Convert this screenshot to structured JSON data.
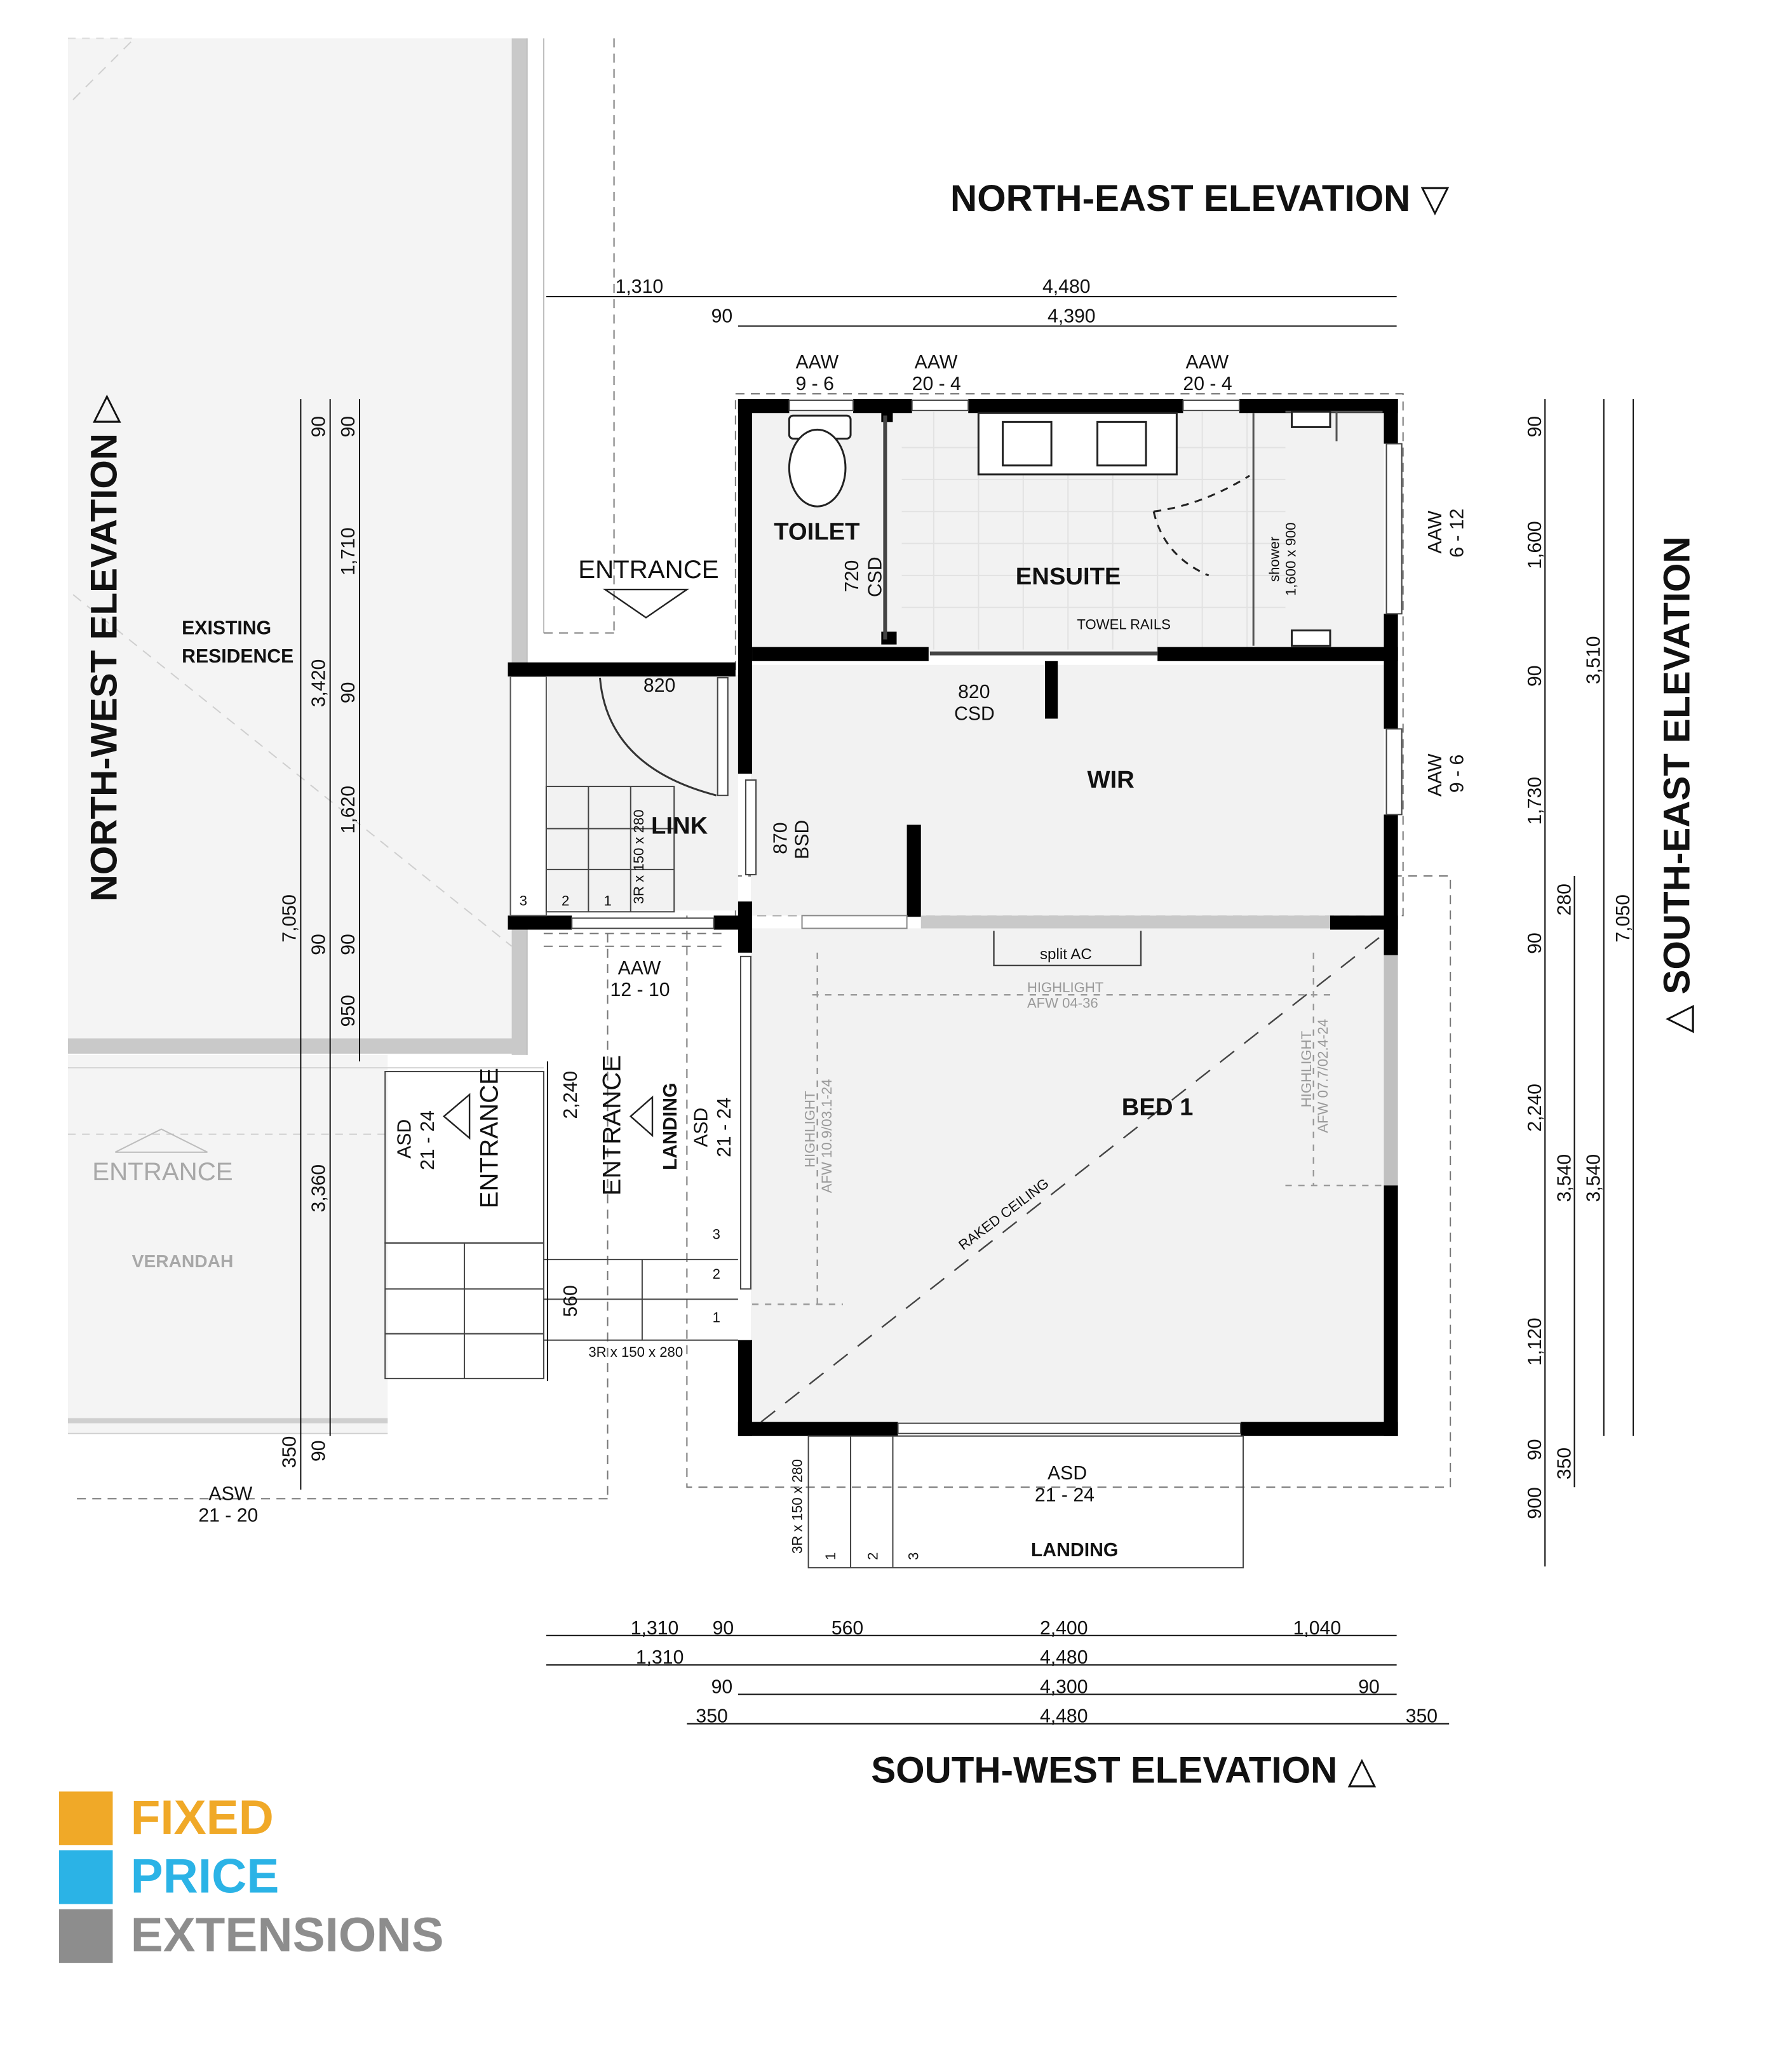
{
  "elevations": {
    "north_east": "NORTH-EAST ELEVATION ▽",
    "south_west": "SOUTH-WEST ELEVATION △",
    "north_west": "NORTH-WEST ELEVATION ▷",
    "south_east": "△ SOUTH-EAST ELEVATION"
  },
  "rooms": {
    "toilet": "TOILET",
    "ensuite": "ENSUITE",
    "wir": "WIR",
    "link": "LINK",
    "bed1": "BED 1",
    "existing_1": "EXISTING",
    "existing_2": "RESIDENCE",
    "verandah": "VERANDAH",
    "landing_bottom": "LANDING",
    "landing_side": "LANDING"
  },
  "labels": {
    "entrance_top": "ENTRANCE",
    "entrance_grey": "ENTRANCE",
    "entrance_v1": "ENTRANCE",
    "entrance_v2": "ENTRANCE",
    "towel_rails": "TOWEL RAILS",
    "shower_1": "shower",
    "shower_2": "1,600 x 900",
    "split_ac": "split AC",
    "highlight_top_1": "HIGHLIGHT",
    "highlight_top_2": "AFW 04-36",
    "highlight_left_1": "HIGHLIGHT",
    "highlight_left_2": "AFW 10.9/03.1-24",
    "highlight_right_1": "HIGHLIGHT",
    "highlight_right_2": "AFW 07.7/02.4-24",
    "raked_ceiling": "RAKED CEILING",
    "stair_link": "3R x 150 x 280",
    "stair_mid": "3R x 150 x 280",
    "stair_bottom": "3R x 150 x 280",
    "step_1": "1",
    "step_2": "2",
    "step_3": "3"
  },
  "windows": {
    "aaw_96_top_1": "AAW",
    "aaw_96_top_2": "9 - 6",
    "aaw_204a_1": "AAW",
    "aaw_204a_2": "20 - 4",
    "aaw_204b_1": "AAW",
    "aaw_204b_2": "20 - 4",
    "aaw_612_1": "AAW",
    "aaw_612_2": "6 - 12",
    "aaw_96_side_1": "AAW",
    "aaw_96_side_2": "9 - 6",
    "aaw_1210_1": "AAW",
    "aaw_1210_2": "12 - 10",
    "asw_1": "ASW",
    "asw_2": "21 - 20",
    "asd_bottom_1": "ASD",
    "asd_bottom_2": "21 - 24",
    "asd_side_1": "ASD",
    "asd_side_2": "21 - 24",
    "asd_left_1": "ASD",
    "asd_left_2": "21 - 24"
  },
  "doors": {
    "csd_720_1": "720",
    "csd_720_2": "CSD",
    "csd_820_1": "820",
    "csd_820_2": "CSD",
    "link_820": "820",
    "bsd_870_1": "870",
    "bsd_870_2": "BSD"
  },
  "dimensions": {
    "top_a": "1,310",
    "top_b": "4,480",
    "top_c": "90",
    "top_d": "4,390",
    "bot1": [
      "1,310",
      "90",
      "560",
      "2,400",
      "1,040"
    ],
    "bot2": [
      "1,310",
      "4,480"
    ],
    "bot3": [
      "90",
      "4,300",
      "90"
    ],
    "bot4": [
      "350",
      "4,480",
      "350"
    ],
    "left_a": [
      "90",
      "1,710",
      "90",
      "1,620",
      "90",
      "950",
      "90"
    ],
    "left_b": [
      "90",
      "3,420",
      "3,360",
      "90"
    ],
    "left_c": [
      "7,050",
      "350"
    ],
    "mid_left": [
      "2,240",
      "560"
    ],
    "right_a": [
      "90",
      "1,600",
      "90",
      "1,730",
      "90",
      "2,240",
      "1,120",
      "90",
      "900"
    ],
    "right_b": [
      "280",
      "3,540",
      "350"
    ],
    "right_c": [
      "3,510",
      "3,540"
    ],
    "right_d": "7,050"
  },
  "logo": {
    "line1": "FIXED",
    "line2": "PRICE",
    "line3": "EXTENSIONS",
    "colors": [
      "#F0A928",
      "#2BB3E6",
      "#8D8D8D"
    ]
  }
}
